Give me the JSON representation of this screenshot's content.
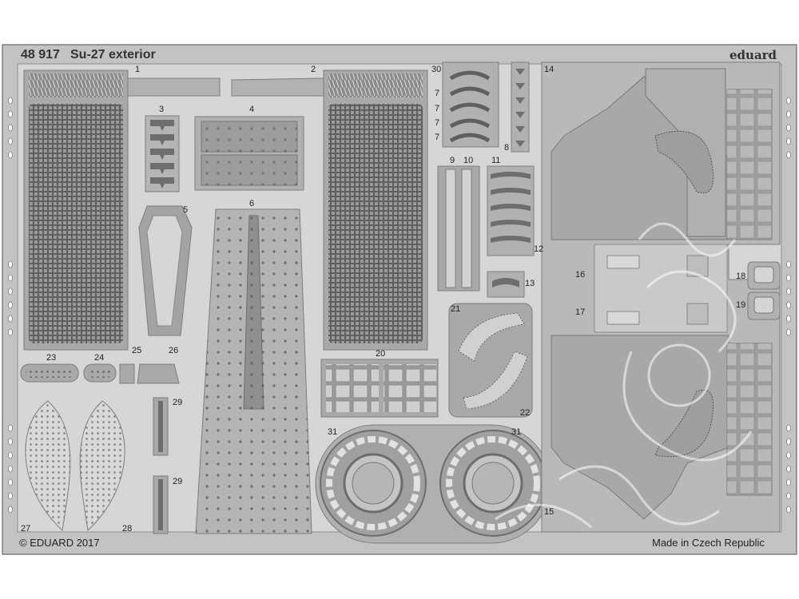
{
  "header": {
    "code": "48 917",
    "title": "Su-27 exterior",
    "brand": "eduard"
  },
  "footer": {
    "copyright": "© EDUARD 2017",
    "origin": "Made in Czech Republic"
  },
  "part_numbers": {
    "p1": "1",
    "p2": "2",
    "p3": "3",
    "p4": "4",
    "p5": "5",
    "p6": "6",
    "p7a": "7",
    "p7b": "7",
    "p7c": "7",
    "p7d": "7",
    "p8": "8",
    "p9": "9",
    "p10": "10",
    "p11": "11",
    "p12": "12",
    "p13": "13",
    "p14": "14",
    "p15": "15",
    "p16": "16",
    "p17": "17",
    "p18": "18",
    "p19": "19",
    "p20": "20",
    "p21": "21",
    "p22": "22",
    "p23": "23",
    "p24": "24",
    "p25": "25",
    "p26": "26",
    "p27": "27",
    "p28": "28",
    "p29a": "29",
    "p29b": "29",
    "p30": "30",
    "p31a": "31",
    "p31b": "31"
  },
  "colors": {
    "fret": "#c3c3c3",
    "edge": "#7d7d7d",
    "part": "#a9a9a9",
    "dark": "#8a8a8a",
    "hole": "#ffffff",
    "watermark": "#f2f2f2"
  }
}
